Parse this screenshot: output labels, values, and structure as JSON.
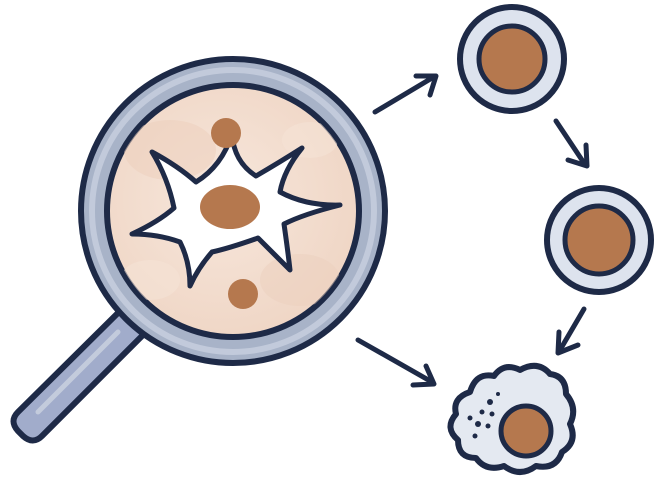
{
  "colors": {
    "background": "#ffffff",
    "outline": "#1e2a47",
    "lens_rim": "#a8b3c8",
    "handle": "#a1accb",
    "lens_interior": "#f2ddd0",
    "nucleus": "#b5784e",
    "cell_body": "#ffffff",
    "ring_fill": "#dde3ee",
    "debris_fill": "#e4e9f1",
    "arrow": "#1e2a47"
  },
  "diagram": {
    "magnifier": {
      "icon": "magnifying-glass-icon",
      "contents": [
        "stellate-cell",
        "small-nucleus-top",
        "small-nucleus-bottom"
      ]
    },
    "outcomes": [
      {
        "id": "round-cell-1",
        "icon": "round-cell-icon"
      },
      {
        "id": "round-cell-2",
        "icon": "round-cell-icon"
      },
      {
        "id": "apoptotic-cell",
        "icon": "blebbing-cell-icon"
      }
    ],
    "arrows": [
      {
        "from": "magnifier",
        "to": "round-cell-1"
      },
      {
        "from": "round-cell-1",
        "to": "round-cell-2"
      },
      {
        "from": "round-cell-2",
        "to": "apoptotic-cell"
      },
      {
        "from": "magnifier",
        "to": "apoptotic-cell"
      }
    ]
  }
}
